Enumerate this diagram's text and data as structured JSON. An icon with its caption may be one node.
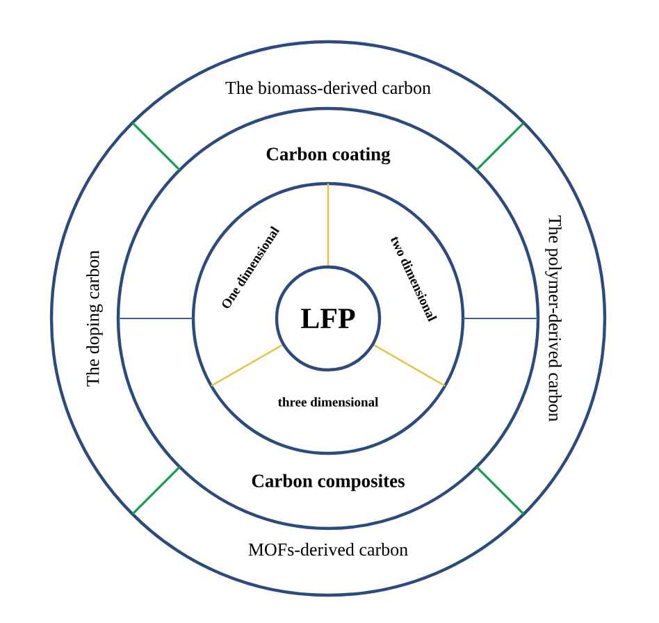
{
  "diagram": {
    "nodes": [
      {
        "text": [
          "The biomass-derived carbon"
        ]
      },
      {
        "text": [
          "The polymer-derived carbon"
        ]
      },
      {
        "text": [
          "MOFs-derived carbon"
        ]
      },
      {
        "text": [
          "The doping carbon"
        ]
      },
      {
        "text": [
          "Carbon coating"
        ]
      },
      {
        "text": [
          "Carbon composites"
        ]
      },
      {
        "text": [
          "One dimensional"
        ]
      },
      {
        "text": [
          "two dimensional"
        ]
      },
      {
        "text": [
          "three dimensional"
        ]
      },
      {
        "text": [
          "LFP"
        ]
      }
    ]
  }
}
